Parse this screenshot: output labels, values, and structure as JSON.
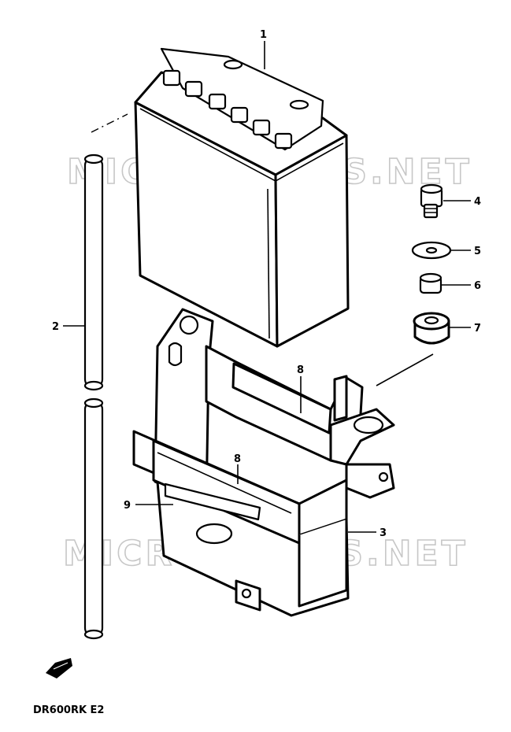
{
  "diagram": {
    "callouts": [
      {
        "id": "1",
        "label": "1"
      },
      {
        "id": "2",
        "label": "2"
      },
      {
        "id": "3",
        "label": "3"
      },
      {
        "id": "4",
        "label": "4"
      },
      {
        "id": "5",
        "label": "5"
      },
      {
        "id": "6",
        "label": "6"
      },
      {
        "id": "7",
        "label": "7"
      },
      {
        "id": "8a",
        "label": "8"
      },
      {
        "id": "8b",
        "label": "8"
      },
      {
        "id": "9",
        "label": "9"
      }
    ],
    "watermark_top": "MICROFICHES.NET",
    "watermark_bottom": "MICROFICHES.NET",
    "model_code": "DR600RK  E2"
  }
}
